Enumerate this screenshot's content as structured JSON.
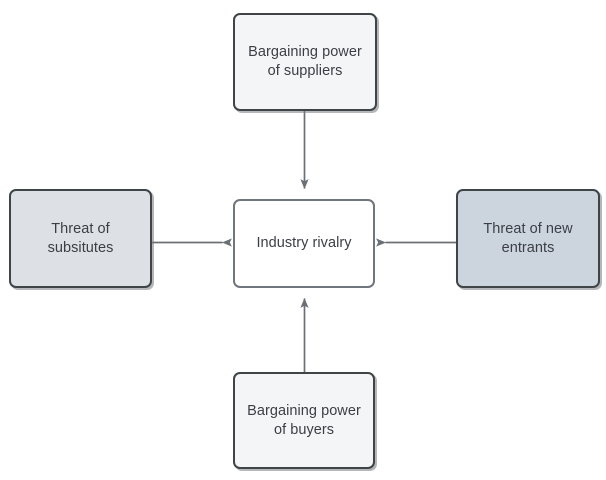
{
  "diagram": {
    "type": "porters-five-forces",
    "background_color": "#ffffff",
    "edge_color": "#6b7075",
    "text_color": "#3b3f45",
    "nodes": [
      {
        "id": "suppliers",
        "label": "Bargaining power\nof suppliers",
        "position": "top",
        "fill": "#f4f5f7",
        "border": "#3f4447"
      },
      {
        "id": "substitutes",
        "label": "Threat of\nsubsitutes",
        "position": "left",
        "fill": "#dde1e6",
        "border": "#3f4447"
      },
      {
        "id": "rivalry",
        "label": "Industry rivalry",
        "position": "center",
        "fill": "#ffffff",
        "border": "#6f767d"
      },
      {
        "id": "entrants",
        "label": "Threat of new\nentrants",
        "position": "right",
        "fill": "#ccd4dd",
        "border": "#3f4447"
      },
      {
        "id": "buyers",
        "label": "Bargaining power\nof buyers",
        "position": "bottom",
        "fill": "#f4f5f7",
        "border": "#3f4447"
      }
    ],
    "edges": [
      {
        "id": "suppliers-to-rivalry",
        "from": "suppliers",
        "to": "rivalry",
        "direction": "down",
        "arrowhead": "filled-triangle"
      },
      {
        "id": "substitutes-to-rivalry",
        "from": "substitutes",
        "to": "rivalry",
        "direction": "right",
        "arrowhead": "filled-triangle"
      },
      {
        "id": "entrants-to-rivalry",
        "from": "entrants",
        "to": "rivalry",
        "direction": "left",
        "arrowhead": "filled-triangle"
      },
      {
        "id": "buyers-to-rivalry",
        "from": "buyers",
        "to": "rivalry",
        "direction": "up",
        "arrowhead": "filled-triangle"
      }
    ]
  }
}
